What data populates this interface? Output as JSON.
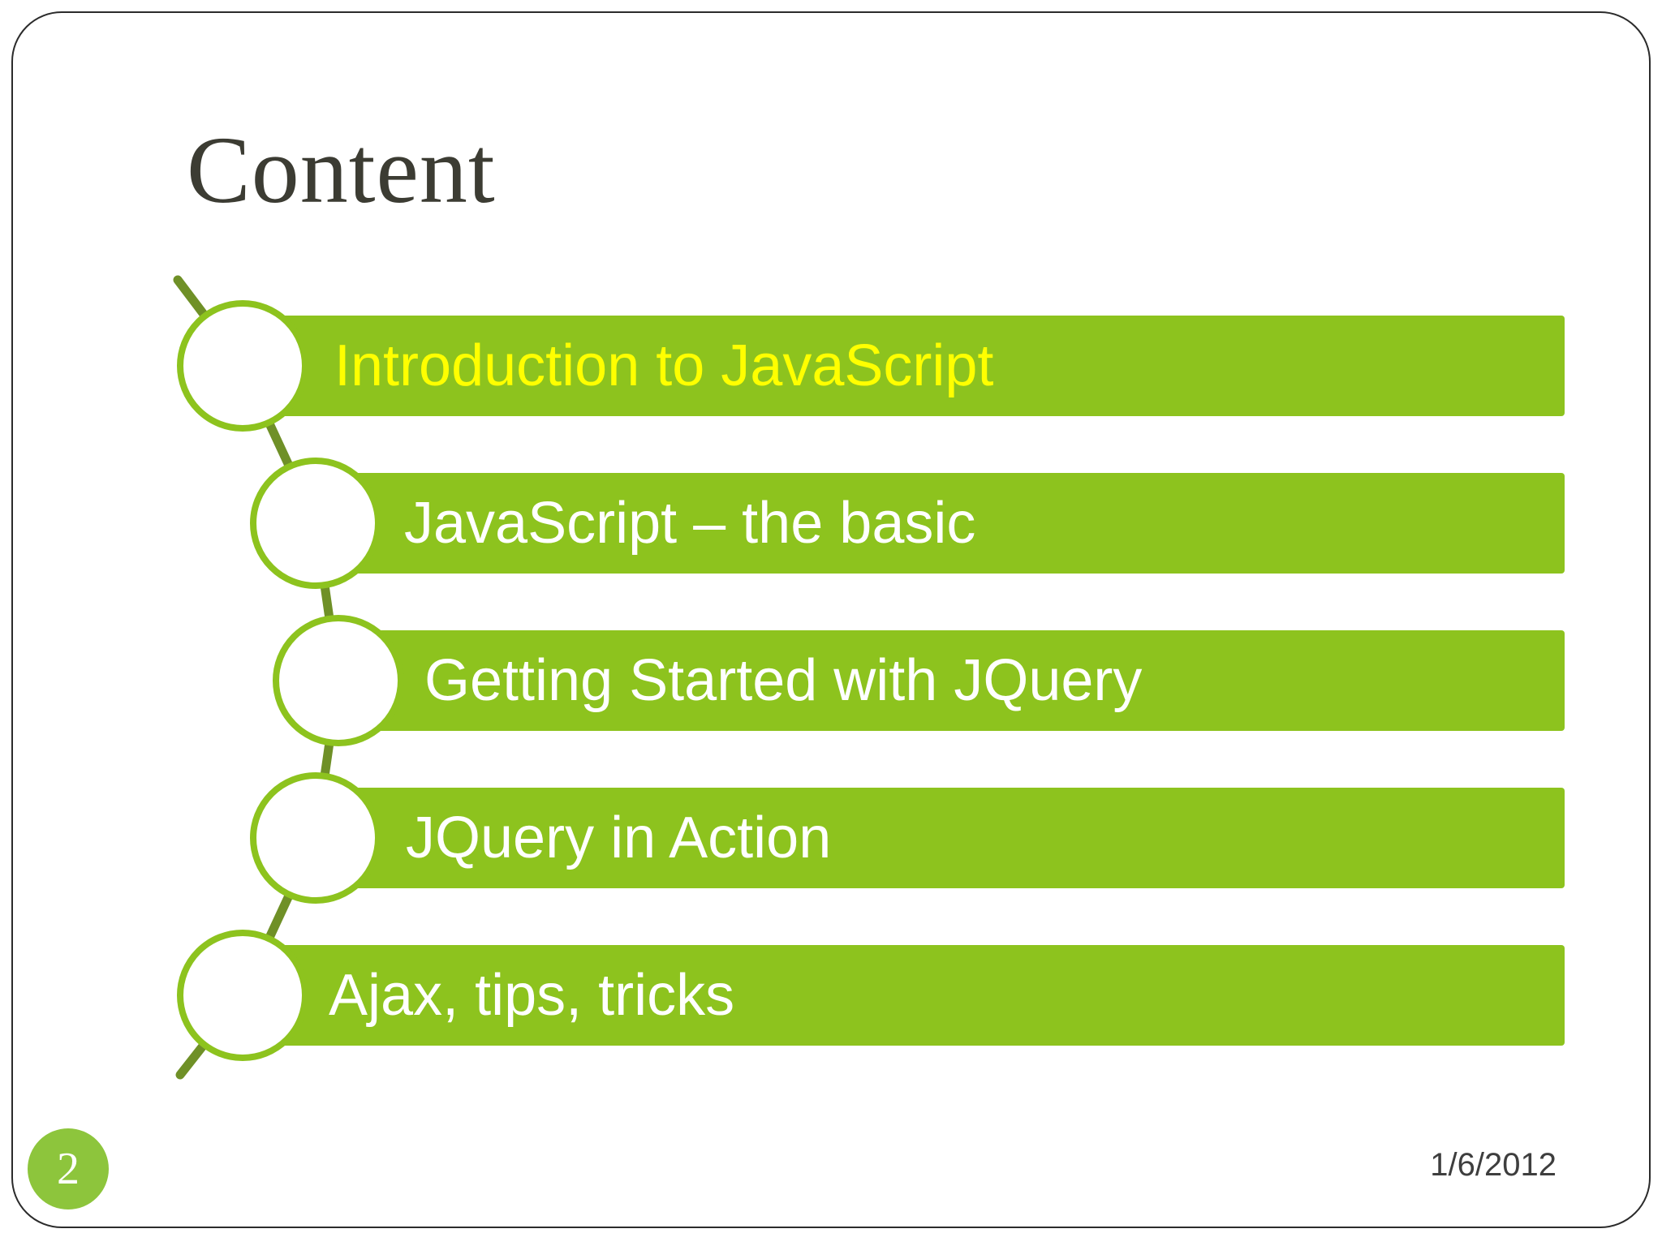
{
  "slide": {
    "title": "Content",
    "page_number": "2",
    "date": "1/6/2012",
    "items": [
      {
        "label": "Introduction to JavaScript",
        "highlighted": true,
        "text_color": "#ffff00"
      },
      {
        "label": "JavaScript – the basic",
        "highlighted": false,
        "text_color": "#ffffff"
      },
      {
        "label": "Getting Started with JQuery",
        "highlighted": false,
        "text_color": "#ffffff"
      },
      {
        "label": "JQuery in Action",
        "highlighted": false,
        "text_color": "#ffffff"
      },
      {
        "label": "Ajax, tips, tricks",
        "highlighted": false,
        "text_color": "#ffffff"
      }
    ],
    "colors": {
      "bar_green": "#8dc31e",
      "circle_ring_green": "#8dc31e",
      "connector_olive": "#6f9027",
      "badge_green": "#8dc53c",
      "highlight_text": "#ffff00",
      "bar_text": "#ffffff",
      "title_text": "#3c3c33",
      "date_text": "#3e3e3e",
      "frame_border": "#2b2b2b"
    }
  }
}
